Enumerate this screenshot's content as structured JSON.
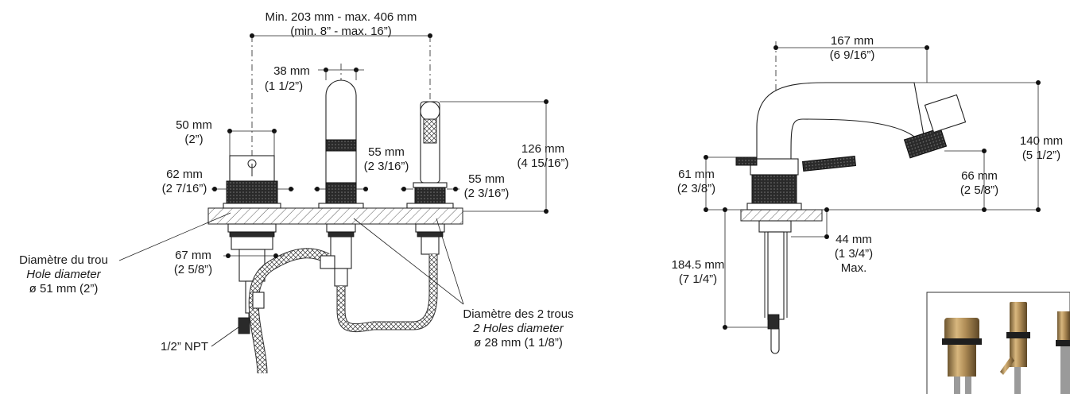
{
  "front_view": {
    "spread": {
      "metric": "Min. 203 mm - max. 406 mm",
      "imperial": "(min. 8” - max. 16”)"
    },
    "spout_diameter": {
      "metric": "38 mm",
      "imperial": "(1 1/2”)"
    },
    "handle_top": {
      "metric": "50 mm",
      "imperial": "(2”)"
    },
    "handle_base": {
      "metric": "62 mm",
      "imperial": "(2 7/16”)"
    },
    "spout_base": {
      "metric": "55 mm",
      "imperial": "(2 3/16”)"
    },
    "sprayer_base": {
      "metric": "55 mm",
      "imperial": "(2 3/16”)"
    },
    "sprayer_height": {
      "metric": "126 mm",
      "imperial": "(4 15/16”)"
    },
    "valve_body": {
      "metric": "67 mm",
      "imperial": "(2 5/8”)"
    },
    "hole_callout": {
      "fr": "Diamètre du trou",
      "en": "Hole diameter",
      "value": "ø 51 mm (2”)"
    },
    "holes_callout": {
      "fr": "Diamètre des 2 trous",
      "en": "2 Holes diameter",
      "value": "ø 28 mm (1 1/8”)"
    },
    "connection": "1/2” NPT"
  },
  "side_view": {
    "reach": {
      "metric": "167 mm",
      "imperial": "(6 9/16”)"
    },
    "height": {
      "metric": "140 mm",
      "imperial": "(5 1/2”)"
    },
    "handle_height": {
      "metric": "61 mm",
      "imperial": "(2 3/8”)"
    },
    "spray_height": {
      "metric": "66 mm",
      "imperial": "(2 5/8”)"
    },
    "deck_thickness": {
      "metric": "44 mm",
      "imperial": "(1 3/4”)",
      "note": "Max."
    },
    "under_deck": {
      "metric": "184.5 mm",
      "imperial": "(7 1/4”)"
    }
  },
  "colors": {
    "line": "#222222",
    "brass": "#b08d57",
    "dark_brass": "#6e5630",
    "inset_border": "#333333"
  }
}
